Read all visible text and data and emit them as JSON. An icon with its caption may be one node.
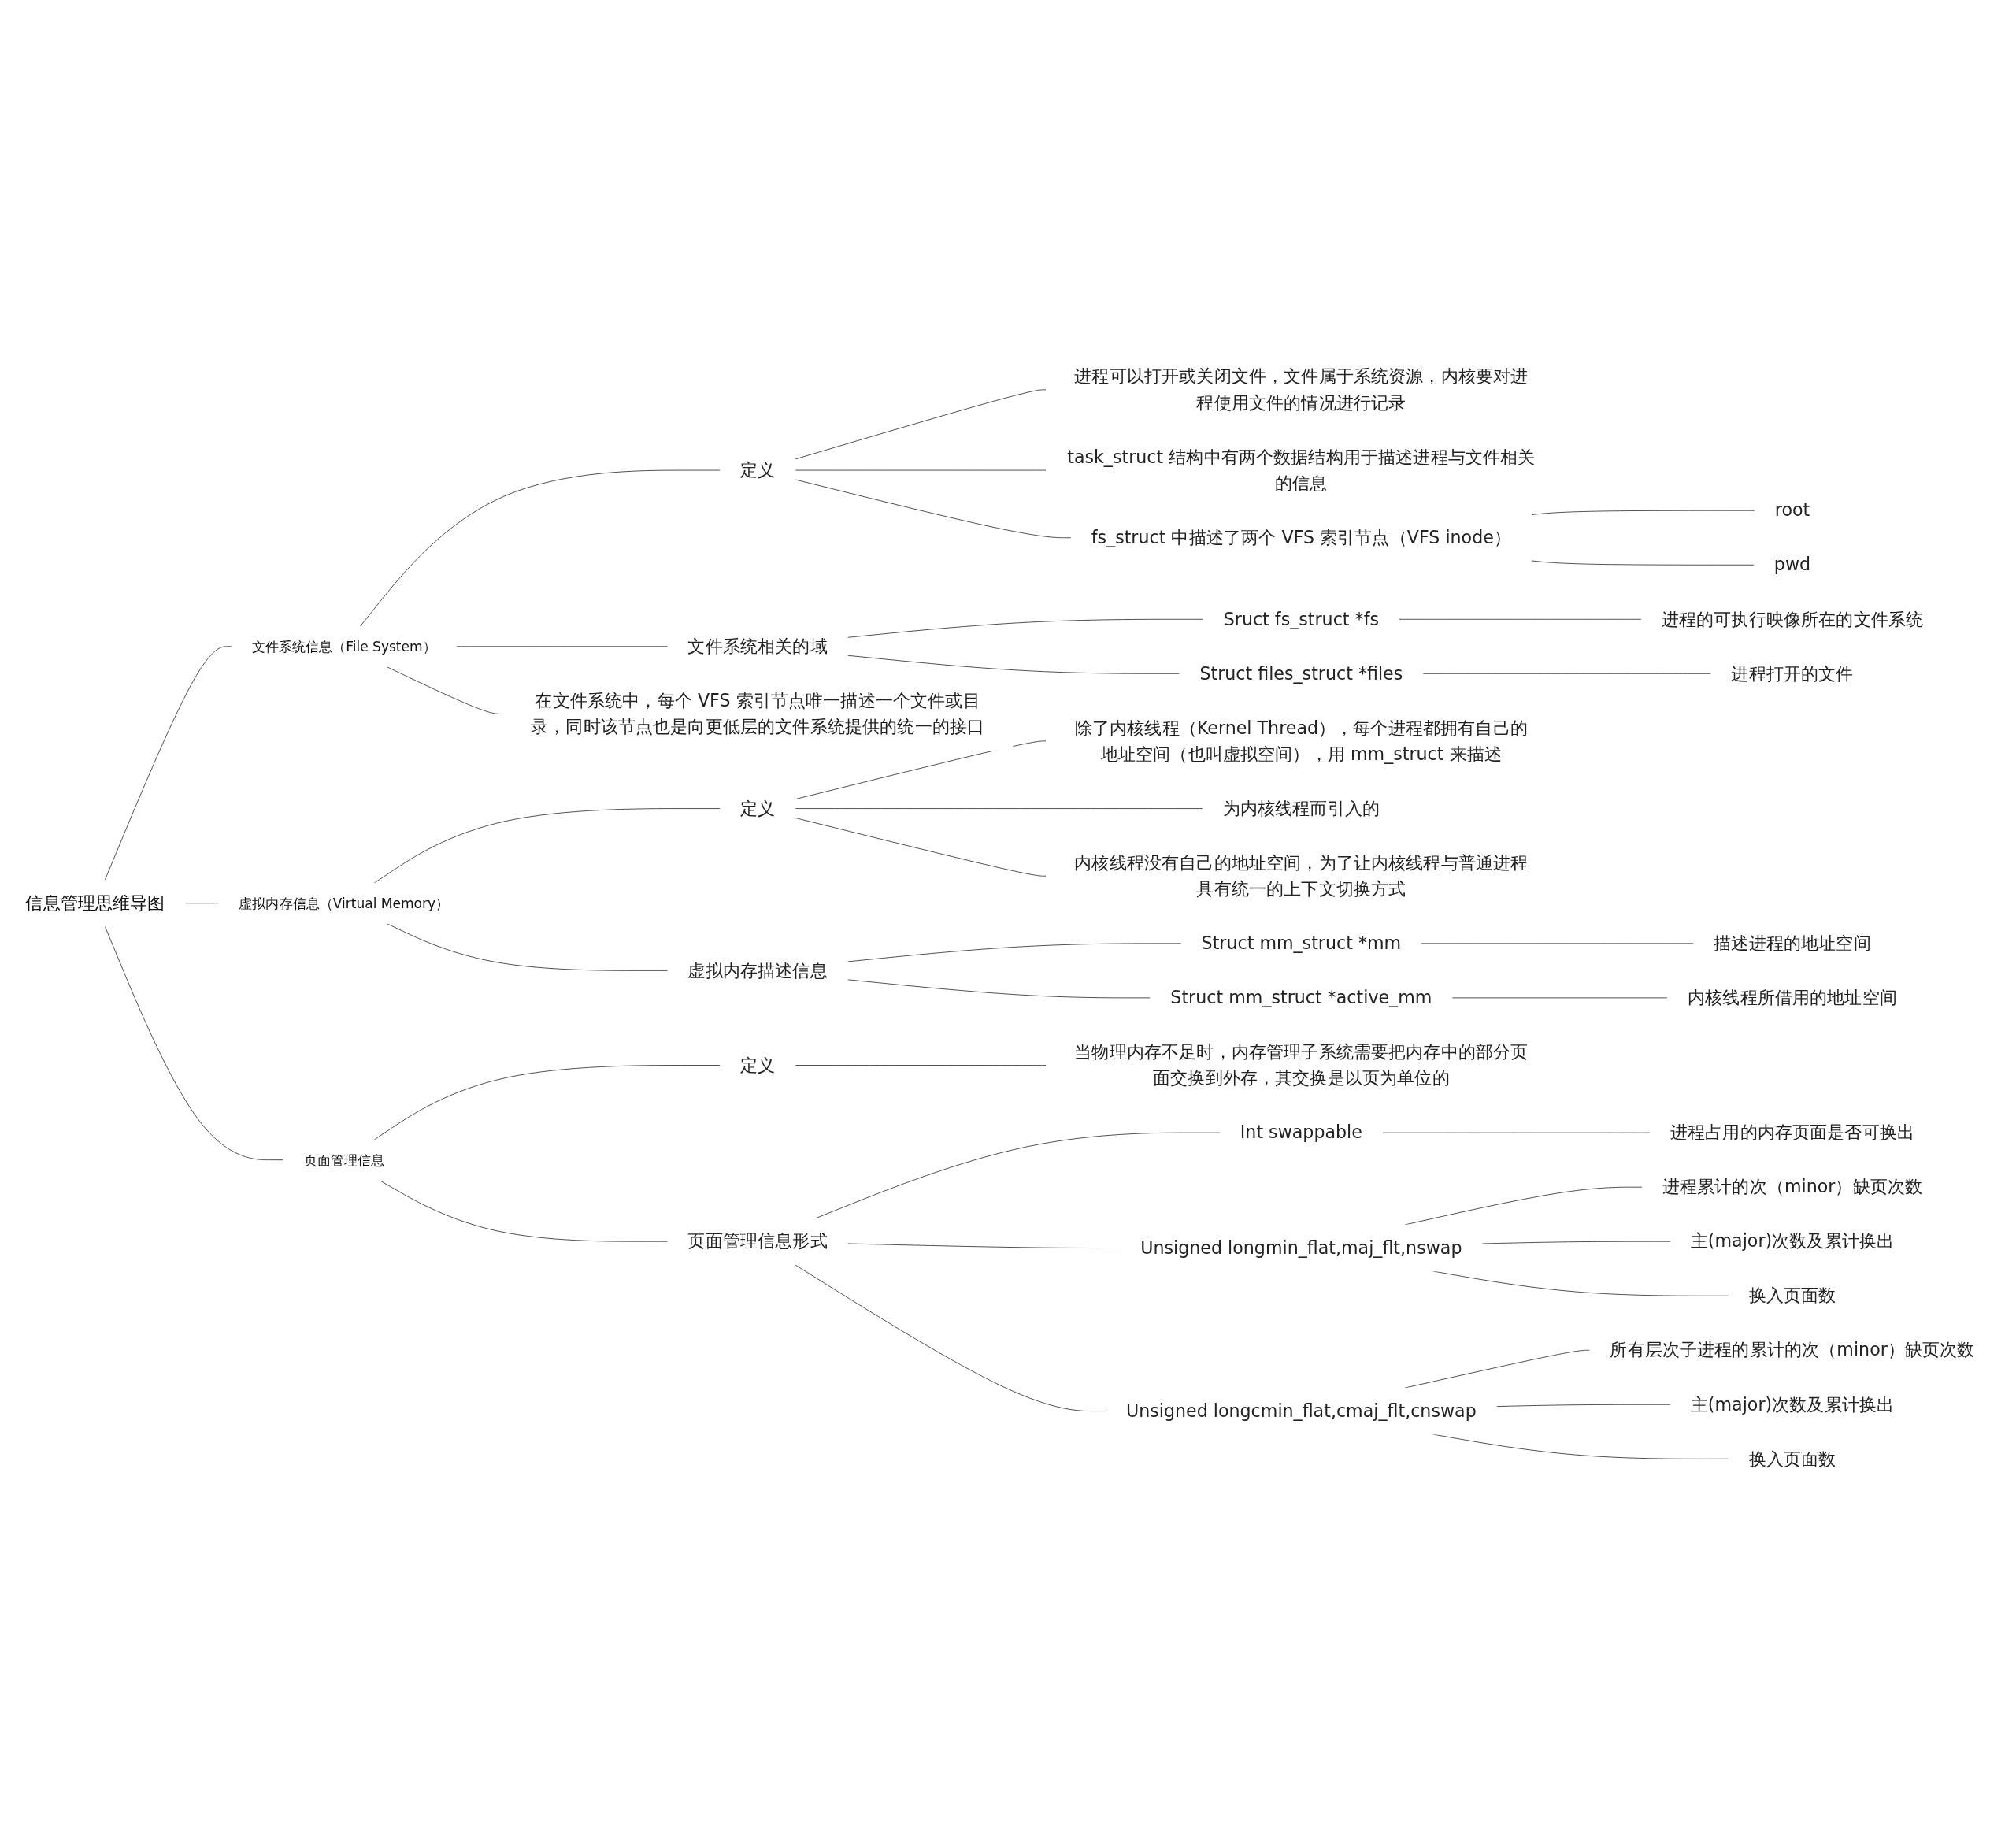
{
  "diagram": {
    "nodes": [
      {
        "text": [
          "信息管理思维导图"
        ]
      },
      {
        "text": [
          "文件系统信息（File System）"
        ]
      },
      {
        "text": [
          "定义"
        ]
      },
      {
        "text": [
          "进程可以打开或关闭文件，文件属于系统资源，内核要对进程使用文件的情况进行记录"
        ]
      },
      {
        "text": [
          "task_struct 结构中有两个数据结构用于描述进程与文件相关的信息"
        ]
      },
      {
        "text": [
          "fs_struct 中描述了两个 VFS 索引节点（VFS inode）"
        ]
      },
      {
        "text": [
          "root"
        ]
      },
      {
        "text": [
          "pwd"
        ]
      },
      {
        "text": [
          "文件系统相关的域"
        ]
      },
      {
        "text": [
          "Sruct fs_struct *fs"
        ]
      },
      {
        "text": [
          "进程的可执行映像所在的文件系统"
        ]
      },
      {
        "text": [
          "Struct files_struct *files"
        ]
      },
      {
        "text": [
          "进程打开的文件"
        ]
      },
      {
        "text": [
          "在文件系统中，每个 VFS 索引节点唯一描述一个文件或目录，同时该节点也是向更低层的文件系统提供的统一的接口"
        ]
      },
      {
        "text": [
          "虚拟内存信息（Virtual Memory）"
        ]
      },
      {
        "text": [
          "定义"
        ]
      },
      {
        "text": [
          "除了内核线程（Kernel Thread），每个进程都拥有自己的地址空间（也叫虚拟空间），用 mm_struct 来描述"
        ]
      },
      {
        "text": [
          "为内核线程而引入的"
        ]
      },
      {
        "text": [
          "内核线程没有自己的地址空间，为了让内核线程与普通进程具有统一的上下文切换方式"
        ]
      },
      {
        "text": [
          "虚拟内存描述信息"
        ]
      },
      {
        "text": [
          "Struct mm_struct *mm"
        ]
      },
      {
        "text": [
          "描述进程的地址空间"
        ]
      },
      {
        "text": [
          "Struct mm_struct *active_mm"
        ]
      },
      {
        "text": [
          "内核线程所借用的地址空间"
        ]
      },
      {
        "text": [
          "页面管理信息"
        ]
      },
      {
        "text": [
          "定义"
        ]
      },
      {
        "text": [
          "当物理内存不足时，内存管理子系统需要把内存中的部分页面交换到外存，其交换是以页为单位的"
        ]
      },
      {
        "text": [
          "页面管理信息形式"
        ]
      },
      {
        "text": [
          "Int swappable"
        ]
      },
      {
        "text": [
          "进程占用的内存页面是否可换出"
        ]
      },
      {
        "text": [
          "Unsigned longmin_flat,maj_flt,nswap"
        ]
      },
      {
        "text": [
          "进程累计的次（minor）缺页次数"
        ]
      },
      {
        "text": [
          "主(major)次数及累计换出"
        ]
      },
      {
        "text": [
          "换入页面数"
        ]
      },
      {
        "text": [
          "Unsigned longcmin_flat,cmaj_flt,cnswap"
        ]
      },
      {
        "text": [
          "所有层次子进程的累计的次（minor）缺页次数"
        ]
      },
      {
        "text": [
          "主(major)次数及累计换出"
        ]
      },
      {
        "text": [
          "换入页面数"
        ]
      }
    ],
    "edges": [
      {
        "from": 0,
        "to": 1,
        "arrow": "none"
      },
      {
        "from": 1,
        "to": 2,
        "arrow": "none"
      },
      {
        "from": 2,
        "to": 3,
        "arrow": "none"
      },
      {
        "from": 2,
        "to": 4,
        "arrow": "none"
      },
      {
        "from": 2,
        "to": 5,
        "arrow": "none"
      },
      {
        "from": 5,
        "to": 6,
        "arrow": "none"
      },
      {
        "from": 5,
        "to": 7,
        "arrow": "none"
      },
      {
        "from": 1,
        "to": 8,
        "arrow": "none"
      },
      {
        "from": 8,
        "to": 9,
        "arrow": "none"
      },
      {
        "from": 9,
        "to": 10,
        "arrow": "none"
      },
      {
        "from": 8,
        "to": 11,
        "arrow": "none"
      },
      {
        "from": 11,
        "to": 12,
        "arrow": "none"
      },
      {
        "from": 1,
        "to": 13,
        "arrow": "none"
      },
      {
        "from": 0,
        "to": 14,
        "arrow": "none"
      },
      {
        "from": 14,
        "to": 15,
        "arrow": "none"
      },
      {
        "from": 15,
        "to": 16,
        "arrow": "none"
      },
      {
        "from": 15,
        "to": 17,
        "arrow": "none"
      },
      {
        "from": 15,
        "to": 18,
        "arrow": "none"
      },
      {
        "from": 14,
        "to": 19,
        "arrow": "none"
      },
      {
        "from": 19,
        "to": 20,
        "arrow": "none"
      },
      {
        "from": 20,
        "to": 21,
        "arrow": "none"
      },
      {
        "from": 19,
        "to": 22,
        "arrow": "none"
      },
      {
        "from": 22,
        "to": 23,
        "arrow": "none"
      },
      {
        "from": 0,
        "to": 24,
        "arrow": "none"
      },
      {
        "from": 24,
        "to": 25,
        "arrow": "none"
      },
      {
        "from": 25,
        "to": 26,
        "arrow": "none"
      },
      {
        "from": 24,
        "to": 27,
        "arrow": "none"
      },
      {
        "from": 27,
        "to": 28,
        "arrow": "none"
      },
      {
        "from": 28,
        "to": 29,
        "arrow": "none"
      },
      {
        "from": 27,
        "to": 30,
        "arrow": "none"
      },
      {
        "from": 30,
        "to": 31,
        "arrow": "none"
      },
      {
        "from": 30,
        "to": 32,
        "arrow": "none"
      },
      {
        "from": 30,
        "to": 33,
        "arrow": "none"
      },
      {
        "from": 27,
        "to": 34,
        "arrow": "none"
      },
      {
        "from": 34,
        "to": 35,
        "arrow": "none"
      },
      {
        "from": 34,
        "to": 36,
        "arrow": "none"
      },
      {
        "from": 34,
        "to": 37,
        "arrow": "none"
      }
    ]
  }
}
